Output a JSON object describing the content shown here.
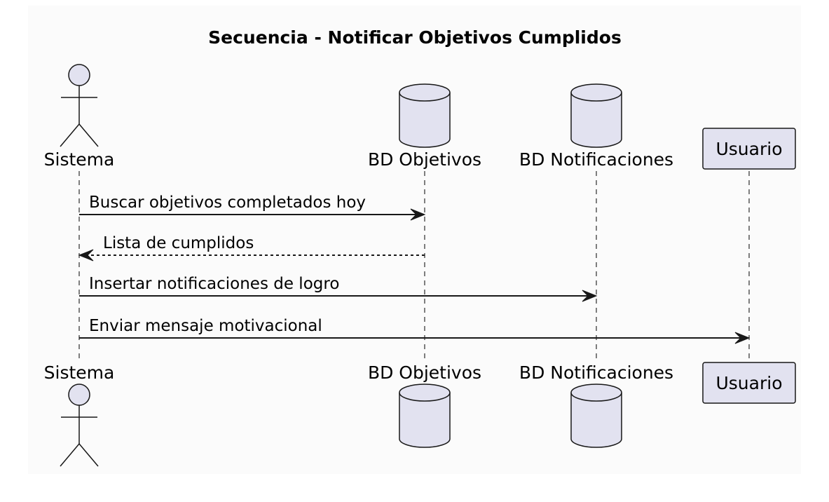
{
  "diagram": {
    "title": "Secuencia - Notificar Objetivos Cumplidos",
    "participants": [
      {
        "id": "sistema",
        "label": "Sistema",
        "kind": "actor"
      },
      {
        "id": "bd-objetivos",
        "label": "BD Objetivos",
        "kind": "database"
      },
      {
        "id": "bd-notificaciones",
        "label": "BD Notificaciones",
        "kind": "database"
      },
      {
        "id": "usuario",
        "label": "Usuario",
        "kind": "participant"
      }
    ],
    "messages": [
      {
        "from": "sistema",
        "to": "bd-objetivos",
        "label": "Buscar objetivos completados hoy",
        "style": "solid"
      },
      {
        "from": "bd-objetivos",
        "to": "sistema",
        "label": "Lista de cumplidos",
        "style": "dashed"
      },
      {
        "from": "sistema",
        "to": "bd-notificaciones",
        "label": "Insertar notificaciones de logro",
        "style": "solid"
      },
      {
        "from": "sistema",
        "to": "usuario",
        "label": "Enviar mensaje motivacional",
        "style": "solid"
      }
    ],
    "colors": {
      "participant_fill": "#E2E2F0",
      "stroke": "#181818",
      "background": "#FFFFFF",
      "frame_background": "#FBFBFB"
    }
  }
}
